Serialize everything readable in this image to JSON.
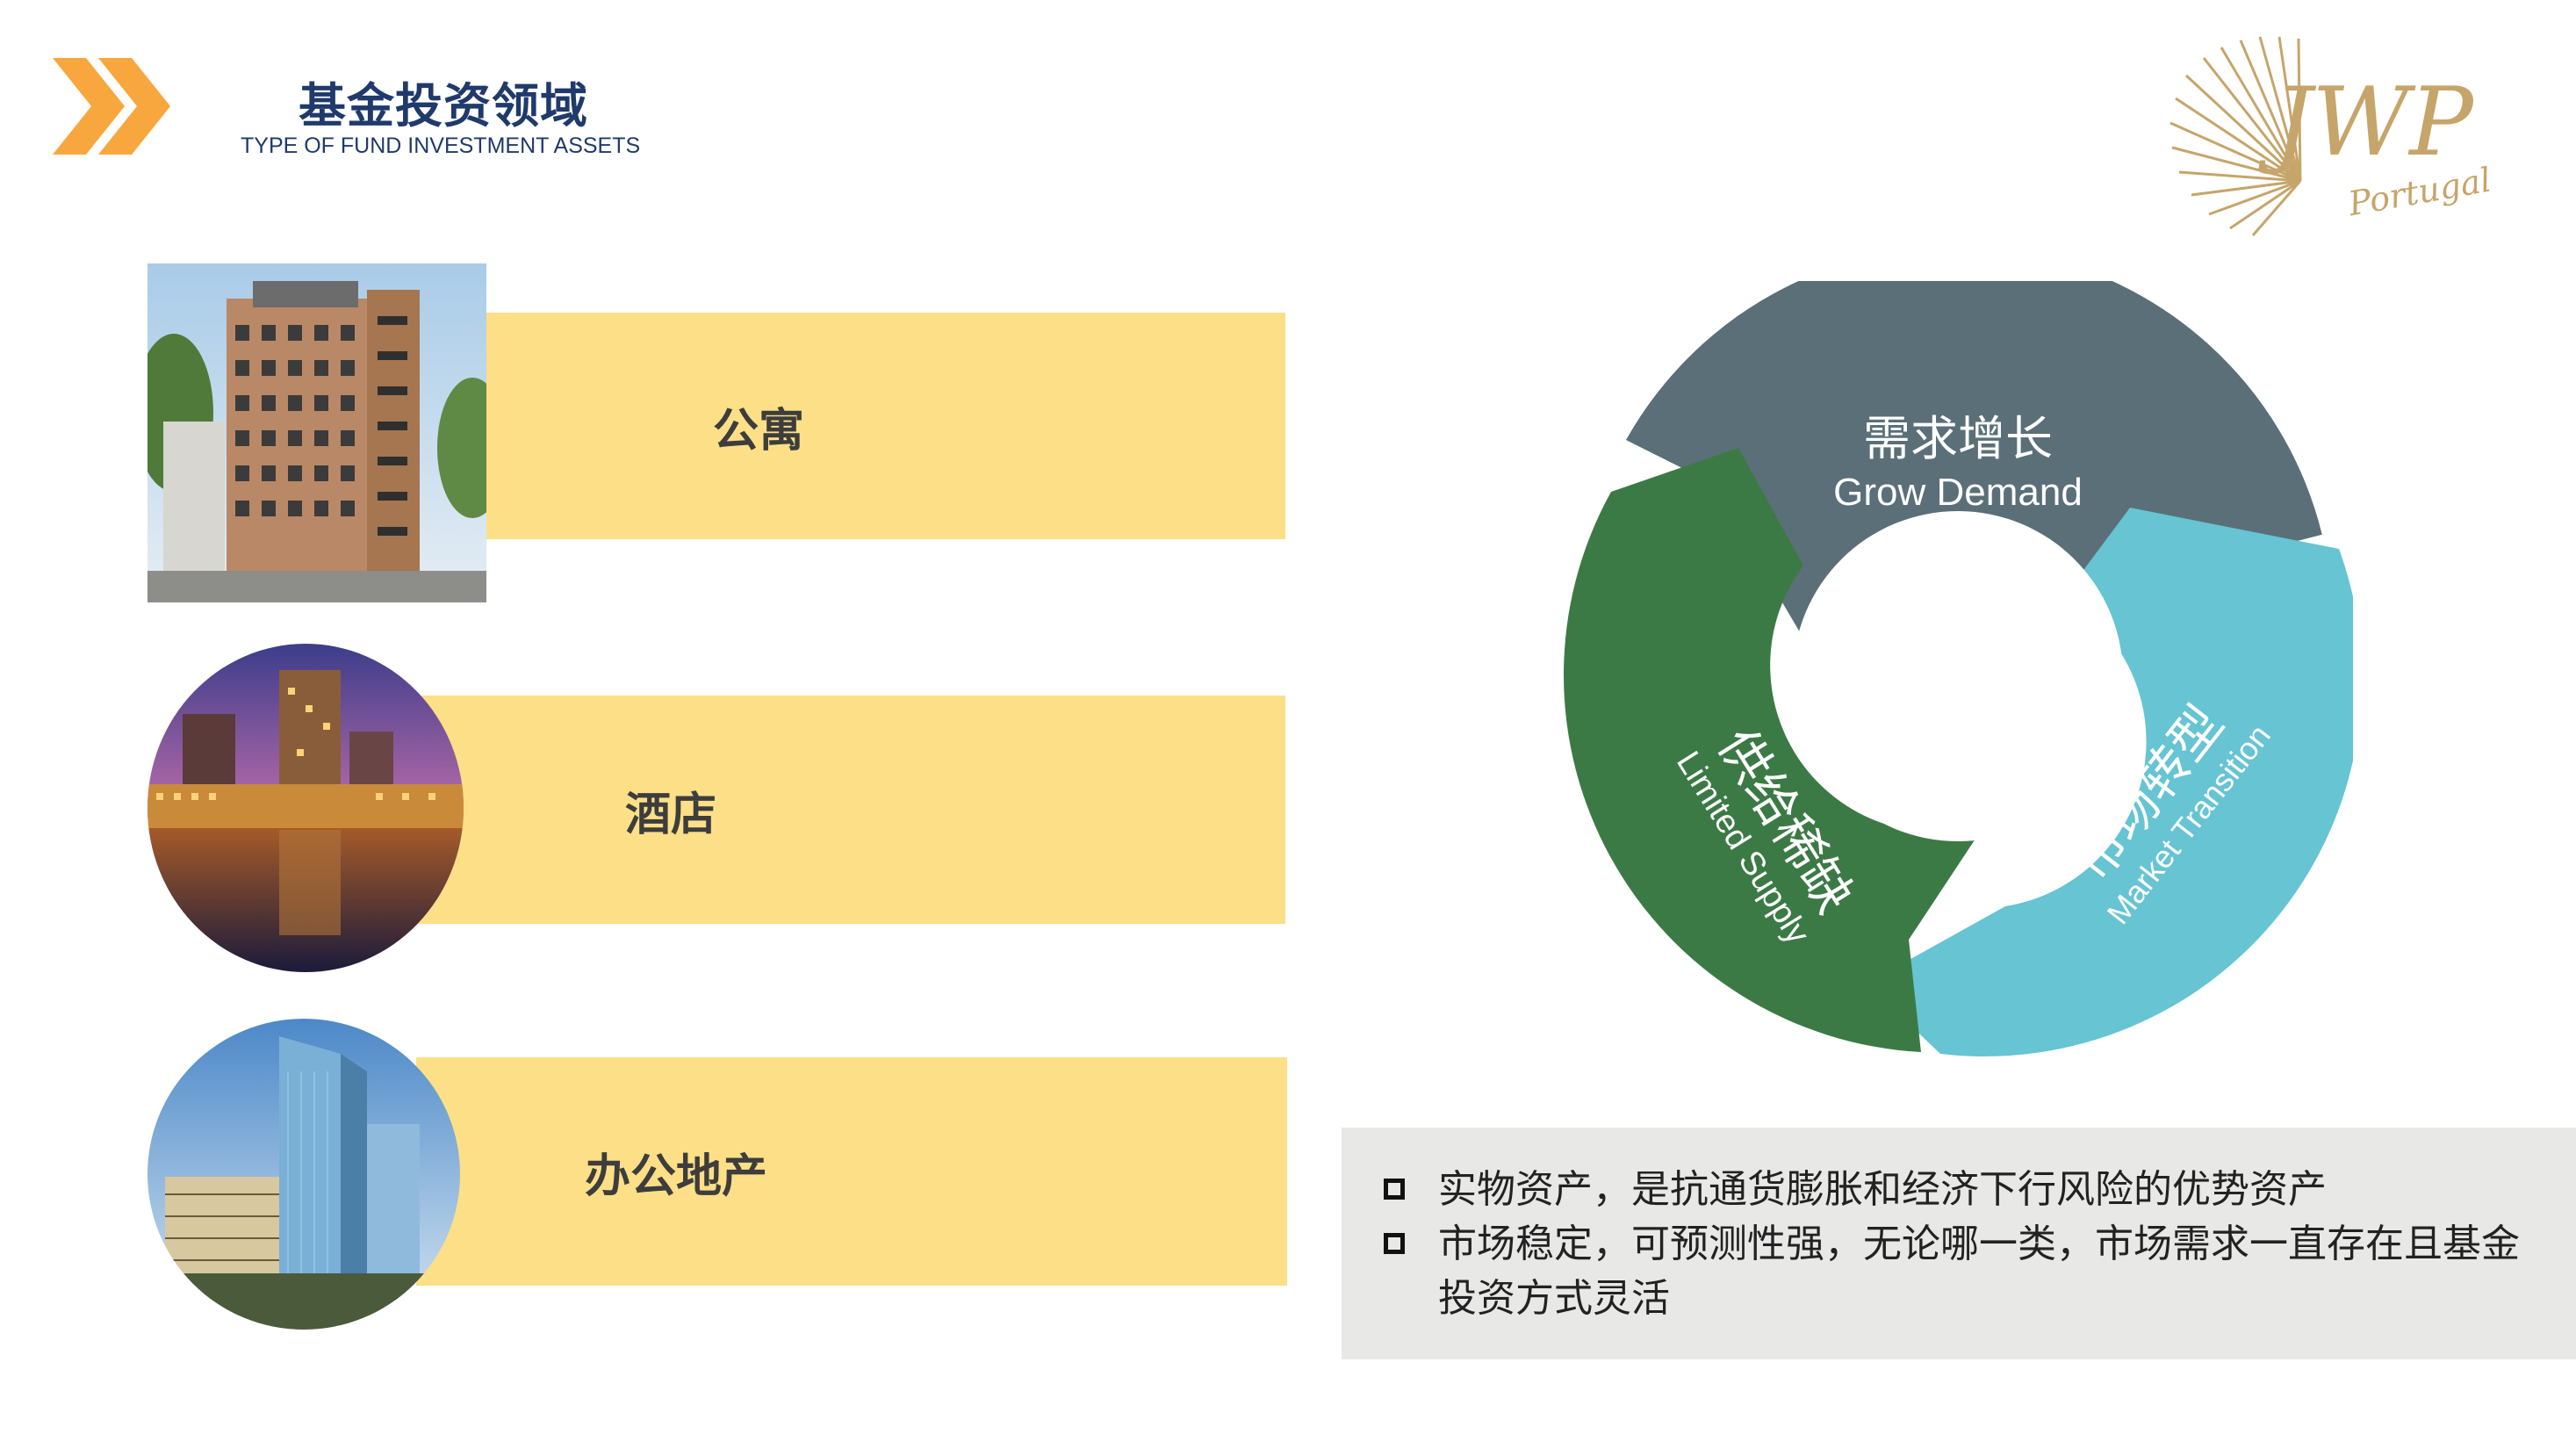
{
  "header": {
    "title_cn": "基金投资领域",
    "title_en": "TYPE OF FUND INVESTMENT ASSETS",
    "chevron_icon": "double-chevron-right-icon",
    "accent_color": "#f7a73d"
  },
  "logo": {
    "name": "JWP",
    "sub": "Portugal",
    "color": "#c6a56a"
  },
  "asset_types": [
    {
      "label": "公寓",
      "icon": "apartment-building-photo"
    },
    {
      "label": "酒店",
      "icon": "hotel-night-photo"
    },
    {
      "label": "办公地产",
      "icon": "office-tower-photo"
    }
  ],
  "cycle": {
    "segments": [
      {
        "cn": "需求增长",
        "en": "Grow Demand",
        "color": "#5b6f78"
      },
      {
        "cn": "市场转型",
        "en": "Market Transition",
        "color": "#66c4d3"
      },
      {
        "cn": "供给稀缺",
        "en": "Limited Supply",
        "color": "#3c7a45"
      }
    ]
  },
  "notes": [
    "实物资产，是抗通货膨胀和经济下行风险的优势资产",
    "市场稳定，可预测性强，无论哪一类，市场需求一直存在且基金投资方式灵活"
  ],
  "colors": {
    "band": "#fcdf86",
    "notes_bg": "#e8e9e7",
    "title": "#1f3a6b"
  }
}
